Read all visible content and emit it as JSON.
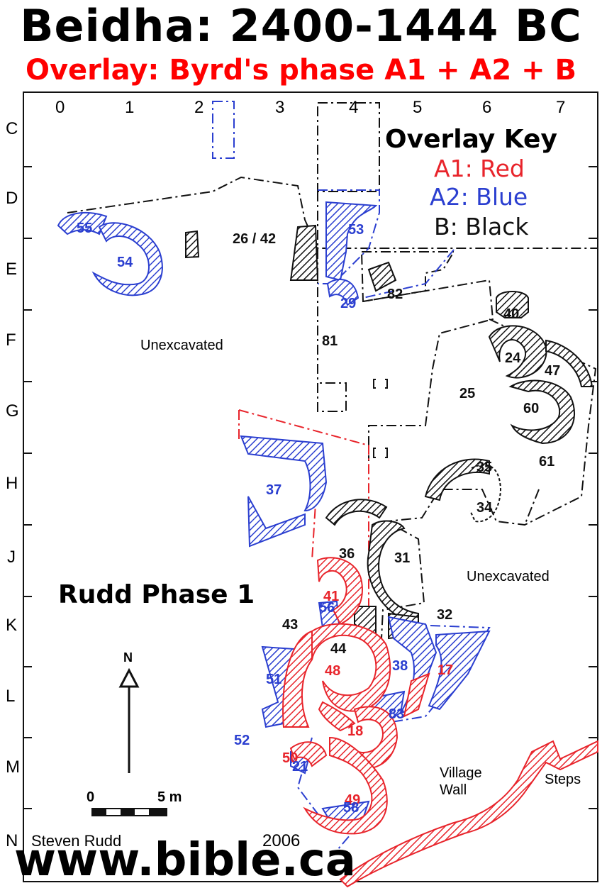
{
  "header": {
    "title": "Beidha: 2400-1444 BC",
    "subtitle": "Overlay: Byrd's phase A1 + A2 + B"
  },
  "colors": {
    "title": "#000000",
    "subtitle": "#ff0000",
    "phase_a1": "#e8242b",
    "phase_a2": "#2b3fd0",
    "phase_b": "#111111"
  },
  "grid": {
    "columns": [
      "0",
      "1",
      "2",
      "3",
      "4",
      "5",
      "6",
      "7"
    ],
    "rows": [
      "C",
      "D",
      "E",
      "F",
      "G",
      "H",
      "J",
      "K",
      "L",
      "M",
      "N"
    ]
  },
  "overlay_key": {
    "title": "Overlay Key",
    "items": [
      {
        "label": "A1: Red",
        "color": "#e8242b"
      },
      {
        "label": "A2: Blue",
        "color": "#2b3fd0"
      },
      {
        "label": "B: Black",
        "color": "#111111"
      }
    ]
  },
  "areas": {
    "unexcavated_west": "Unexcavated",
    "unexcavated_east": "Unexcavated",
    "village_wall": "Village Wall",
    "steps": "Steps"
  },
  "structures": [
    {
      "label": "55",
      "phase": "A2"
    },
    {
      "label": "54",
      "phase": "A2"
    },
    {
      "label": "26 / 42",
      "phase": "B"
    },
    {
      "label": "53",
      "phase": "A2"
    },
    {
      "label": "82",
      "phase": "B"
    },
    {
      "label": "29",
      "phase": "A2"
    },
    {
      "label": "81",
      "phase": "B"
    },
    {
      "label": "40",
      "phase": "B"
    },
    {
      "label": "24",
      "phase": "B"
    },
    {
      "label": "47",
      "phase": "B"
    },
    {
      "label": "25",
      "phase": "B"
    },
    {
      "label": "60",
      "phase": "B"
    },
    {
      "label": "61",
      "phase": "B"
    },
    {
      "label": "35",
      "phase": "B"
    },
    {
      "label": "34",
      "phase": "B"
    },
    {
      "label": "37",
      "phase": "A2"
    },
    {
      "label": "36",
      "phase": "B"
    },
    {
      "label": "31",
      "phase": "B"
    },
    {
      "label": "41",
      "phase": "A1"
    },
    {
      "label": "56",
      "phase": "A2"
    },
    {
      "label": "43",
      "phase": "B"
    },
    {
      "label": "44",
      "phase": "B"
    },
    {
      "label": "32",
      "phase": "B"
    },
    {
      "label": "48",
      "phase": "A1"
    },
    {
      "label": "38",
      "phase": "A2"
    },
    {
      "label": "17",
      "phase": "A1"
    },
    {
      "label": "51",
      "phase": "A2"
    },
    {
      "label": "83",
      "phase": "A2"
    },
    {
      "label": "18",
      "phase": "A1"
    },
    {
      "label": "52",
      "phase": "A2"
    },
    {
      "label": "50",
      "phase": "A1"
    },
    {
      "label": "21",
      "phase": "A2"
    },
    {
      "label": "49",
      "phase": "A1"
    },
    {
      "label": "58",
      "phase": "A2"
    }
  ],
  "rudd_phase": "Rudd Phase 1",
  "north_arrow": "N",
  "scale_bar": {
    "start": "0",
    "end": "5 m"
  },
  "footer": {
    "author": "Steven Rudd",
    "year": "2006",
    "url": "www.bible.ca"
  }
}
